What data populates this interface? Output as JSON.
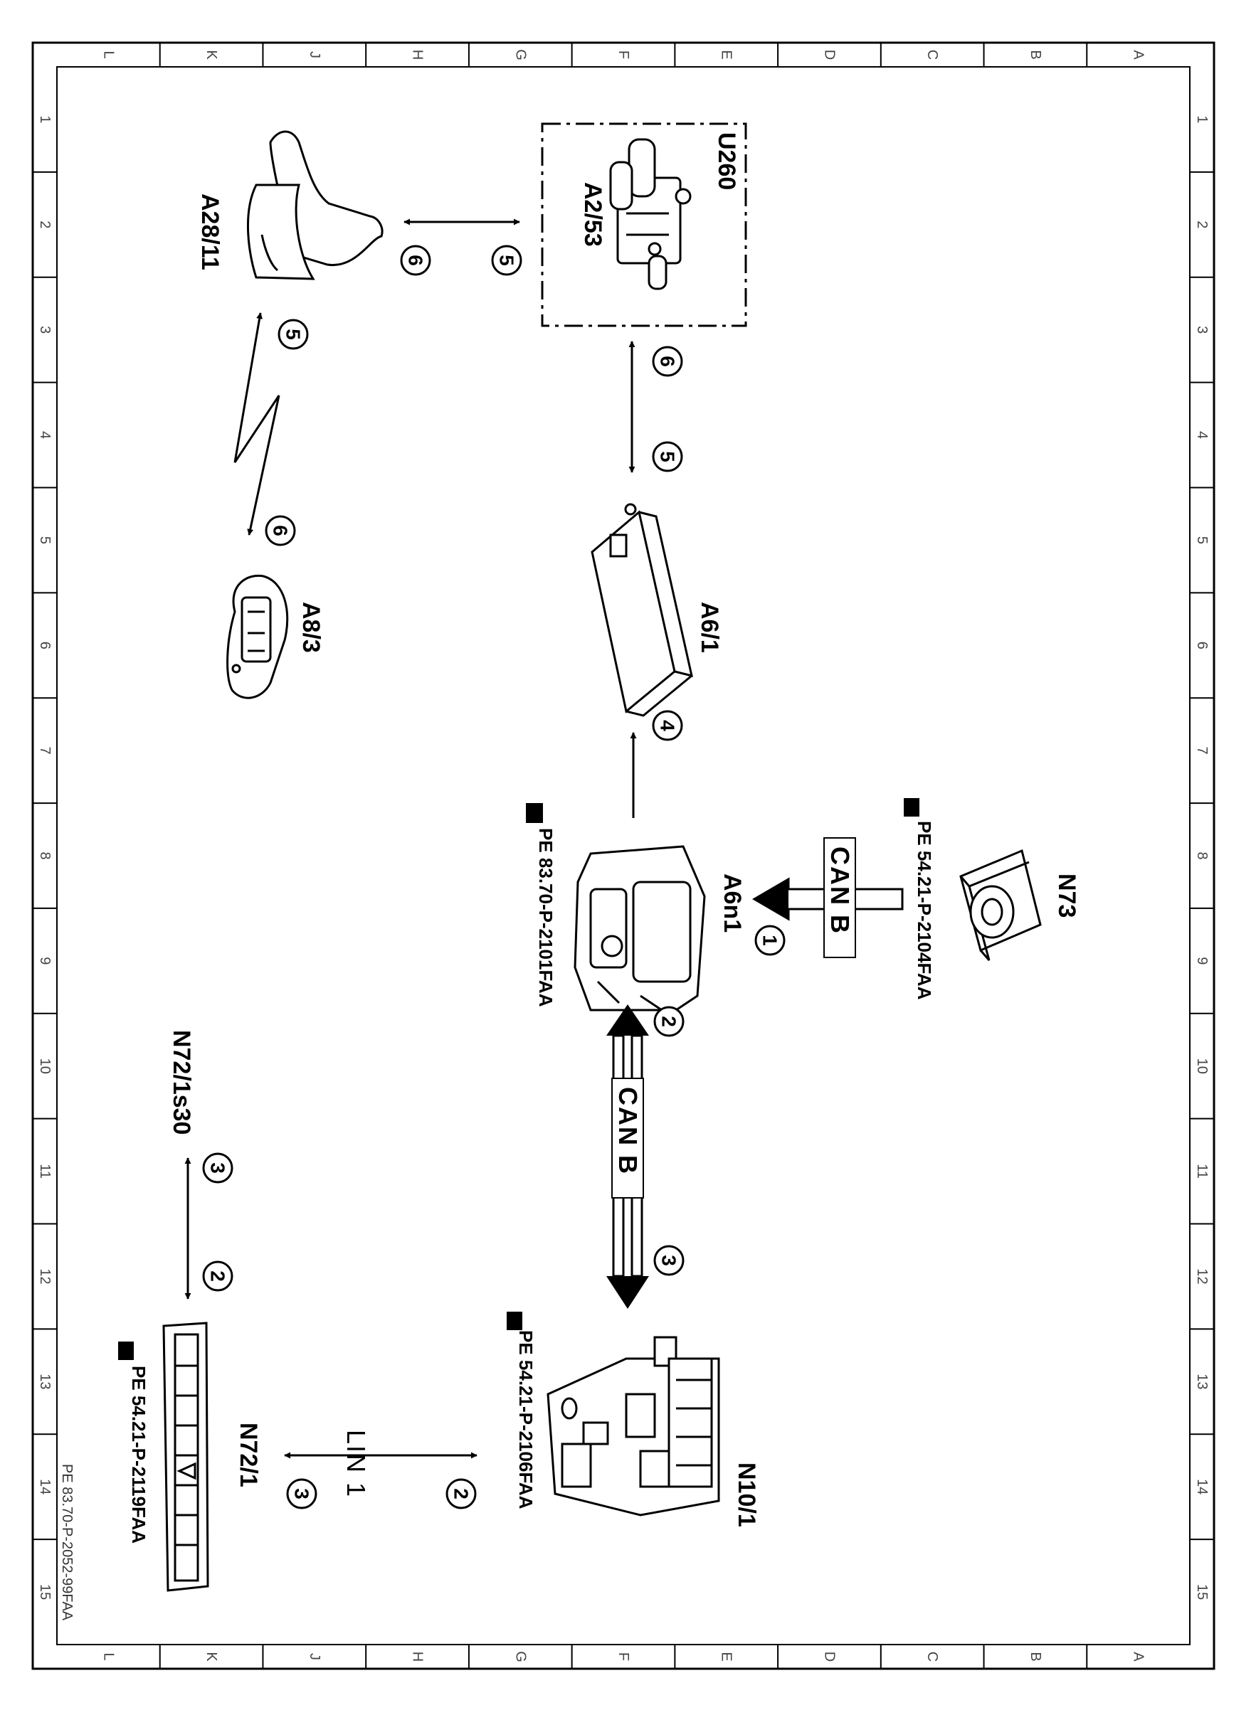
{
  "drawing_id": "PE 83.70-P-2052-99FAA",
  "grid": {
    "letters": [
      "L",
      "K",
      "J",
      "H",
      "G",
      "F",
      "E",
      "D",
      "C",
      "B",
      "A"
    ],
    "numbers": [
      "1",
      "2",
      "3",
      "4",
      "5",
      "6",
      "7",
      "8",
      "9",
      "10",
      "11",
      "12",
      "13",
      "14",
      "15"
    ]
  },
  "components": {
    "u260": "U260",
    "a2_53": "A2/53",
    "a28_11": "A28/11",
    "a6_1": "A6/1",
    "a8_3": "A8/3",
    "a6n1": "A6n1",
    "a6n1_ref": "PE 83.70-P-2101FAA",
    "n73": "N73",
    "n73_ref": "PE 54.21-P-2104FAA",
    "n10_1": "N10/1",
    "n10_1_ref": "PE 54.21-P-2106FAA",
    "n72_1": "N72/1",
    "n72_1_ref": "PE 54.21-P-2119FAA",
    "n72_1s30": "N72/1s30"
  },
  "buses": {
    "can_b_upper": "CAN B",
    "can_b_lower": "CAN B",
    "lin1": "LIN 1"
  },
  "signals": {
    "s1": "1",
    "s2": "2",
    "s3": "3",
    "s4": "4",
    "s5": "5",
    "s6": "6"
  }
}
